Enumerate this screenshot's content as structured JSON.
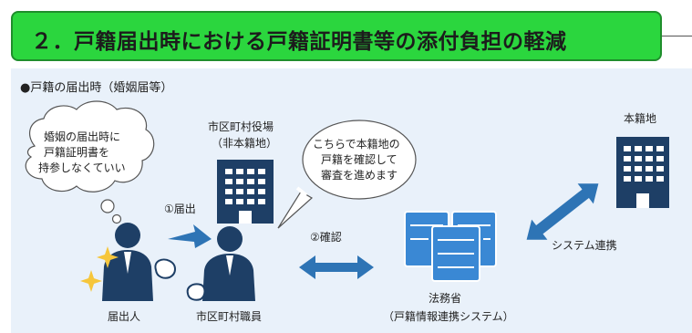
{
  "title": "２．戸籍届出時における戸籍証明書等の添付負担の軽減",
  "subtitle": "●戸籍の届出時（婚姻届等）",
  "thought_bubble": [
    "婚姻の届出時に",
    "戸籍証明書を",
    "持参しなくていい"
  ],
  "speech_bubble": [
    "こちらで本籍地の",
    "戸籍を確認して",
    "審査を進めます"
  ],
  "labels": {
    "city_hall_line1": "市区町村役場",
    "city_hall_line2": "（非本籍地）",
    "honsekichi": "本籍地",
    "step_submit": "①届出",
    "step_confirm": "②確認",
    "system_link": "システム連携",
    "notifier": "届出人",
    "staff": "市区町村職員",
    "ministry_line1": "法務省",
    "ministry_line2": "（戸籍情報連携システム）"
  },
  "colors": {
    "title_green": "#2bd63e",
    "content_bg": "#e9f1fa",
    "icon_navy": "#1e3f66",
    "arrow_blue": "#2e74b5",
    "server_blue": "#3a88d4",
    "sparkle_yellow": "#f6c63b"
  }
}
